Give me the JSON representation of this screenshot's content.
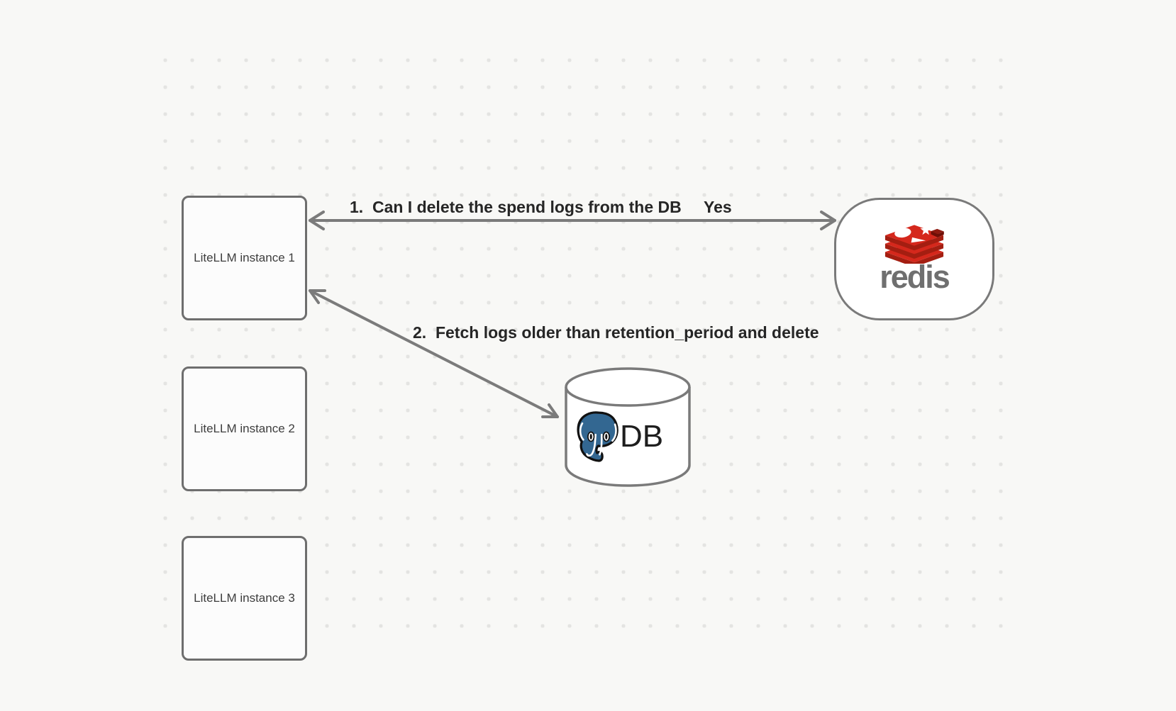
{
  "nodes": {
    "litellm1": {
      "label": "LiteLLM instance 1"
    },
    "litellm2": {
      "label": "LiteLLM instance 2"
    },
    "litellm3": {
      "label": "LiteLLM instance 3"
    },
    "redis": {
      "label": "redis"
    },
    "db": {
      "label": "DB"
    }
  },
  "edges": {
    "edge1": {
      "label": "1.  Can I delete the spend logs from the DB",
      "response": "Yes"
    },
    "edge2": {
      "label": "2.  Fetch logs older than retention_period and delete"
    }
  },
  "icons": {
    "redis_logo": "redis-cube-stack-icon",
    "postgres_logo": "postgres-elephant-icon",
    "database": "database-cylinder-icon"
  },
  "colors": {
    "background": "#f8f8f6",
    "grid_dot": "#e4e4e2",
    "shape_border": "#6e6e6e",
    "arrow": "#7b7b7b",
    "edge_label_text": "#262626",
    "node_text": "#3d3d3d",
    "redis_red": "#d5281c",
    "redis_red_dark": "#a41e11",
    "redis_wordmark_gray": "#6f6f6f",
    "postgres_blue": "#336791",
    "db_text": "#1e1e1e"
  }
}
